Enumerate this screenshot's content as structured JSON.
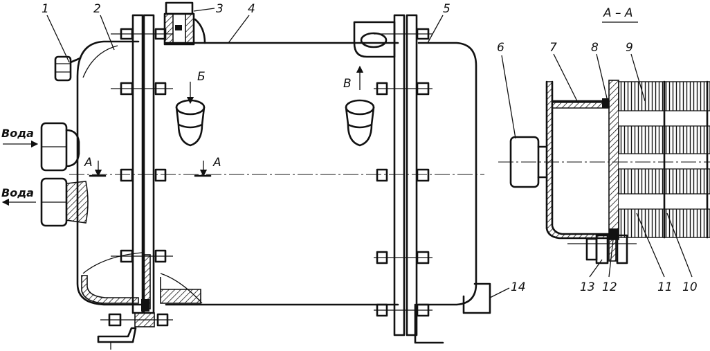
{
  "labels": {
    "n1": "1",
    "n2": "2",
    "n3": "3",
    "n4": "4",
    "n5": "5",
    "n6": "6",
    "n7": "7",
    "n8": "8",
    "n9": "9",
    "n10": "10",
    "n11": "11",
    "n12": "12",
    "n13": "13",
    "n14": "14"
  },
  "flow": {
    "water_in": "Вода",
    "water_out": "Вода",
    "port_b": "Б",
    "port_v": "В"
  },
  "section": {
    "marker_left": "А",
    "marker_right": "А",
    "view_title": "А – А"
  }
}
